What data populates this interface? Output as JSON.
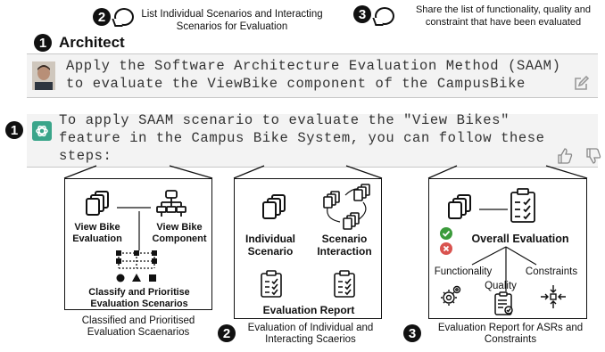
{
  "steps": {
    "step2": {
      "number": "2",
      "text": "List Individual Scenarios and Interacting Scenarios for Evaluation"
    },
    "step3": {
      "number": "3",
      "text": "Share the list of functionality, quality and constraint that have been evaluated"
    }
  },
  "architect": {
    "number": "1",
    "title": "Architect",
    "prompt_line1": "Apply the Software Architecture Evaluation Method (SAAM)",
    "prompt_line2": "to evaluate the ViewBike component of the CampusBike"
  },
  "response": {
    "number": "1",
    "line1": "To apply SAAM scenario to evaluate the \"View Bikes\"",
    "line2": "feature in the Campus Bike System, you can follow these",
    "line3": "steps:"
  },
  "panel1": {
    "view_bike_evaluation": "View Bike Evaluation",
    "view_bike_component": "View Bike Component",
    "classify": "Classify and Prioritise Evaluation Scenarios",
    "caption": "Classified and Prioritised Evaluation Scaenarios"
  },
  "panel2": {
    "individual": "Individual Scenario",
    "interaction": "Scenario Interaction",
    "report": "Evaluation Report",
    "caption_number": "2",
    "caption": "Evaluation of Individual and Interacting Scaerios"
  },
  "panel3": {
    "overall": "Overall Evaluation",
    "functionality": "Functionality",
    "quality": "Quality",
    "constraints": "Constraints",
    "caption_number": "3",
    "caption": "Evaluation Report for ASRs and Constraints"
  },
  "colors": {
    "gpt_green": "#3aa58a",
    "check_green": "#3b9b3b",
    "cross_red": "#d9534f"
  }
}
